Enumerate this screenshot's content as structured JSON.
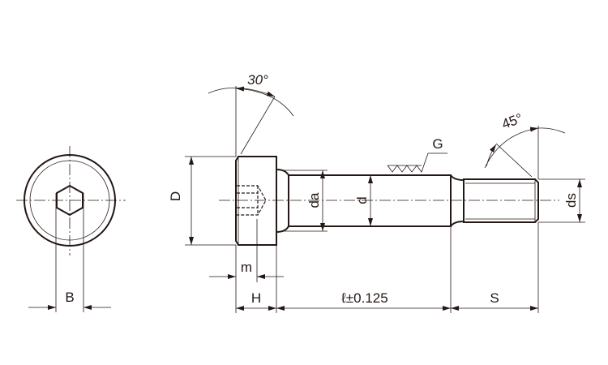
{
  "labels": {
    "angle_head": "30°",
    "angle_tip": "45°",
    "thread_finish": "G",
    "head_diameter": "D",
    "fillet_diameter": "da",
    "shoulder_diameter": "d",
    "thread_diameter": "ds",
    "socket_depth": "m",
    "hex_size": "B",
    "head_height": "H",
    "shoulder_length": "ℓ±0.125",
    "thread_length": "S"
  }
}
